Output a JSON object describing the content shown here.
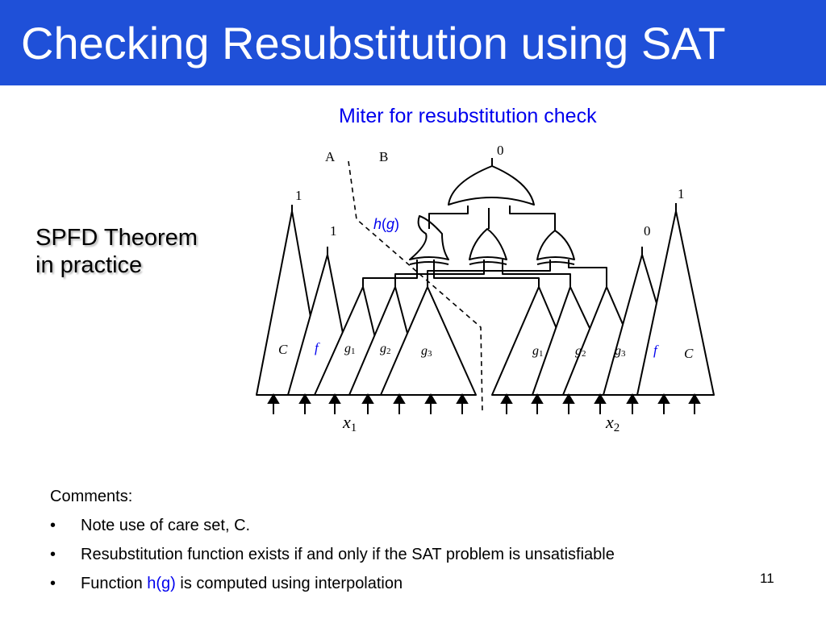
{
  "slide": {
    "title": "Checking Resubstitution using SAT",
    "page_number": "11"
  },
  "diagram": {
    "caption": "Miter for resubstitution check",
    "partition_labels": {
      "a": "A",
      "b": "B"
    },
    "output_value": "0",
    "hg_label": {
      "base": "h",
      "paren_open": "(",
      "arg": "g",
      "paren_close": ")"
    },
    "left_values": {
      "c_output": "1",
      "f_output": "1"
    },
    "right_values": {
      "f_output": "0",
      "c_output": "1"
    },
    "left_cones": {
      "c": "C",
      "f": "f",
      "g1": "g",
      "g1_sub": "1",
      "g2": "g",
      "g2_sub": "2",
      "g3": "g",
      "g3_sub": "3"
    },
    "right_cones": {
      "g1": "g",
      "g1_sub": "1",
      "g2": "g",
      "g2_sub": "2",
      "g3": "g",
      "g3_sub": "3",
      "f": "f",
      "c": "C"
    },
    "inputs": {
      "left": "x",
      "left_sub": "1",
      "right": "x",
      "right_sub": "2"
    }
  },
  "side_note": {
    "line1": "SPFD Theorem",
    "line2": "in practice"
  },
  "comments": {
    "heading": "Comments:",
    "bullet1": "Note use of care set, C.",
    "bullet2": "Resubstitution function exists if and only if the SAT problem is unsatisfiable",
    "bullet3_prefix": "Function ",
    "bullet3_highlight": "h(g)",
    "bullet3_suffix": " is computed using interpolation"
  },
  "colors": {
    "title_bar": "#1f50d8",
    "highlight": "#0000ee"
  }
}
